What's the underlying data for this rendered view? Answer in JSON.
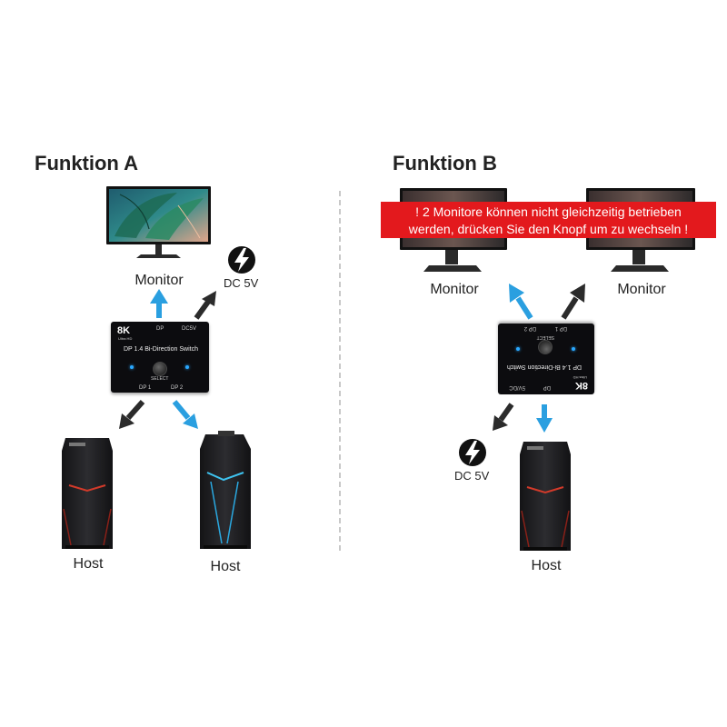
{
  "sections": {
    "a": {
      "title": "Funktion A",
      "monitor_label": "Monitor",
      "power_label": "DC 5V",
      "host1_label": "Host",
      "host2_label": "Host",
      "device": {
        "badge": "8K",
        "badge_sub": "Ultra HD",
        "name": "DP 1.4 Bi-Direction Switch",
        "port_top1": "DP",
        "port_top2": "DC5V",
        "port_bottom1": "DP 1",
        "port_bottom2": "DP 2",
        "select": "SELECT"
      }
    },
    "b": {
      "title": "Funktion B",
      "banner_line1": "! 2 Monitore können nicht gleichzeitig betrieben",
      "banner_line2": "werden, drücken Sie den Knopf um zu wechseln !",
      "monitor1_label": "Monitor",
      "monitor2_label": "Monitor",
      "power_label": "DC 5V",
      "host_label": "Host",
      "device": {
        "badge": "8K",
        "badge_sub": "Ultra HD",
        "name": "DP 1.4 Bi-Direction Switch",
        "port_top1": "DP 2",
        "port_top2": "DP 1",
        "port_bottom1": "5V/DC",
        "port_bottom2": "DP",
        "select": "SELECT"
      }
    }
  },
  "colors": {
    "arrow_blue": "#2a9fe0",
    "arrow_dark": "#2b2b2b",
    "banner_red": "#e3191d",
    "device_black": "#0c0c0f"
  },
  "icons": [
    "monitor-icon",
    "power-bolt-icon",
    "pc-tower-icon",
    "switch-device-icon",
    "arrow-icon"
  ]
}
